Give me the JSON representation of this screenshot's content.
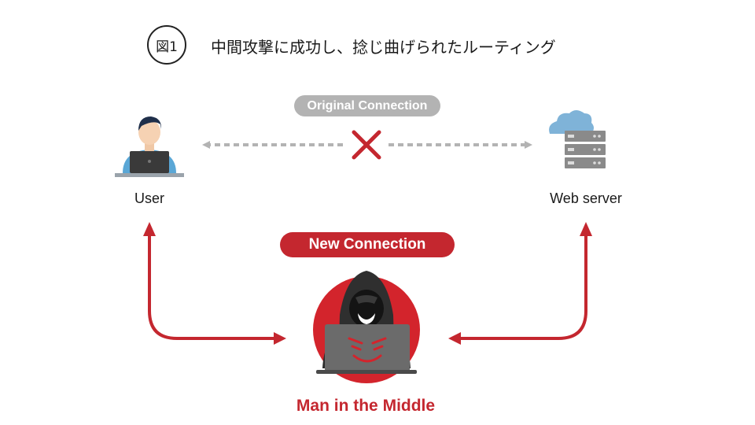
{
  "figure": {
    "number": "図1",
    "title": "中間攻撃に成功し、捻じ曲げられたルーティング"
  },
  "original_connection": {
    "label": "Original Connection",
    "status_icon": "cross-icon",
    "color": "#b3b3b3"
  },
  "new_connection": {
    "label": "New Connection",
    "color": "#c4272f"
  },
  "nodes": {
    "user": {
      "label": "User",
      "icon": "user-laptop-icon"
    },
    "server": {
      "label": "Web server",
      "icon": "cloud-server-icon"
    },
    "attacker": {
      "label": "Man in the Middle",
      "icon": "hooded-hacker-icon"
    }
  },
  "colors": {
    "accent_red": "#c4272f",
    "dashed_gray": "#b3b3b3",
    "server_gray": "#8a8a8a",
    "cloud_blue": "#7fb3d8"
  }
}
